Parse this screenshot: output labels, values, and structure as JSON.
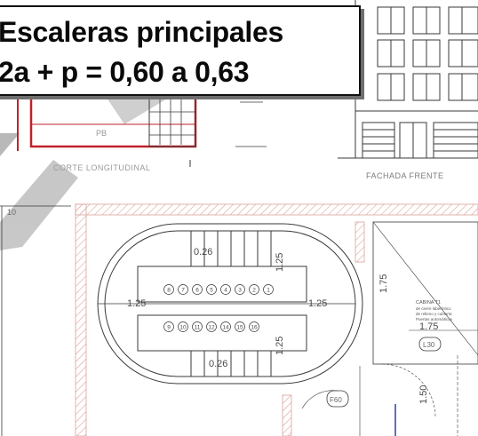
{
  "title_box": {
    "line1": "Escaleras principales",
    "line2": "2a + p = 0,60 a 0,63"
  },
  "drawing": {
    "section_label": "CORTE LONGITUDINAL",
    "section_level": "PB",
    "facade_label": "FACHADA FRENTE",
    "side_number": "10",
    "dims": {
      "top_run_width": "0.26",
      "bottom_run_width": "0.26",
      "landing_left": "1.25",
      "landing_right": "1.25",
      "vertical_top": "1.25",
      "vertical_bottom": "1.25",
      "cabin_top": "1.75",
      "cabin_inner": "1.75",
      "bottom_right": "1.50"
    },
    "step_numbers_top": [
      "8",
      "7",
      "6",
      "5",
      "4",
      "3",
      "2",
      "1"
    ],
    "step_numbers_bottom": [
      "9",
      "10",
      "11",
      "12",
      "14",
      "15",
      "16"
    ],
    "cabin": {
      "title": "CABINA T1",
      "lines": [
        "de cierre laberíntico",
        "de relleno y cubierta",
        "Puertas automáticas"
      ]
    },
    "tags": {
      "f60": "F60",
      "l30": "L30"
    },
    "colors": {
      "ink": "#3a3a3a",
      "red": "#c0222a",
      "hatch": "#d9a49a",
      "watermark": "#808080"
    }
  }
}
